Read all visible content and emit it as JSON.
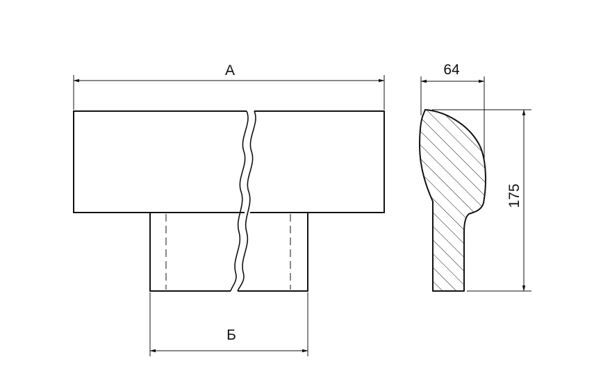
{
  "drawing": {
    "dimensions": {
      "overall_width_label": "А",
      "base_width_label": "Б",
      "profile_width_label": "64",
      "profile_height_label": "175"
    },
    "colors": {
      "line": "#111111",
      "background": "#ffffff"
    }
  }
}
